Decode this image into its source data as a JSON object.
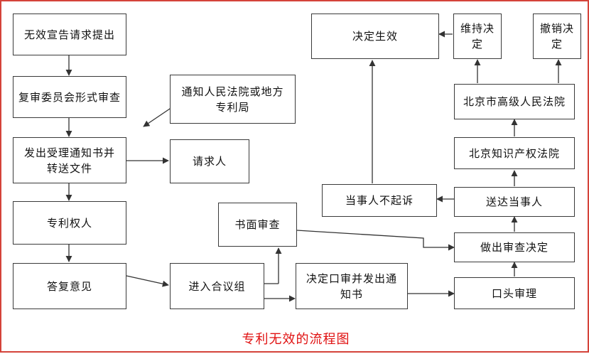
{
  "title": "专利无效的流程图",
  "boxes": {
    "request": "无效宣告请求提出",
    "formal_review": "复审委员会形式审查",
    "notify_court": "通知人民法院或地方专利局",
    "issue_notice": "发出受理通知书并转送文件",
    "requester": "请求人",
    "patentee": "专利权人",
    "reply": "答复意见",
    "panel": "进入合议组",
    "written_review": "书面审查",
    "oral_decision": "决定口审并发出通知书",
    "oral_hearing": "口头审理",
    "decision": "做出审查决定",
    "serve_parties": "送达当事人",
    "no_appeal": "当事人不起诉",
    "effective": "决定生效",
    "ip_court": "北京知识产权法院",
    "high_court": "北京市高级人民法院",
    "uphold": "维持决定",
    "revoke": "撤销决定"
  },
  "colors": {
    "border": "#d4433a",
    "caption": "#e01010",
    "line": "#3a3a3a"
  }
}
